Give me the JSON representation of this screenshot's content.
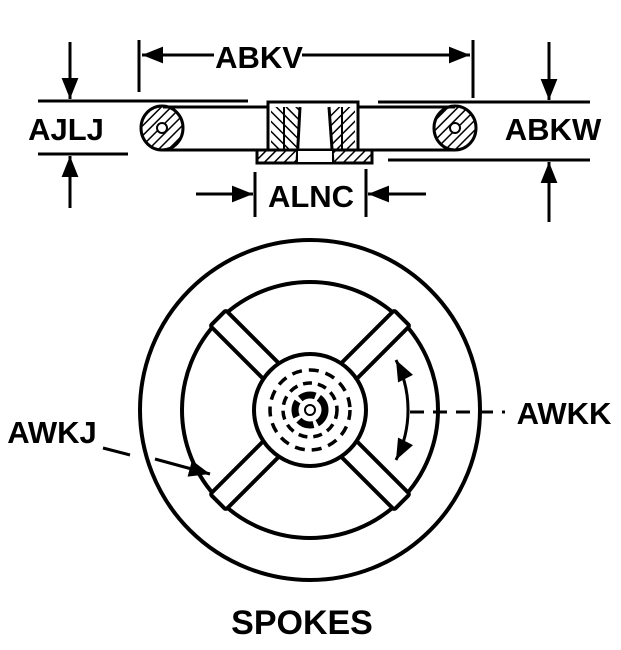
{
  "diagram": {
    "caption": "SPOKES",
    "dimensions": {
      "overall_diameter": "ABKV",
      "rim_thickness": "AJLJ",
      "hub_height": "ABKW",
      "hub_width": "ALNC",
      "spoke_width": "AWKJ",
      "spoke_angle": "AWKK"
    },
    "colors": {
      "ink": "#000000",
      "paper": "#ffffff"
    }
  }
}
